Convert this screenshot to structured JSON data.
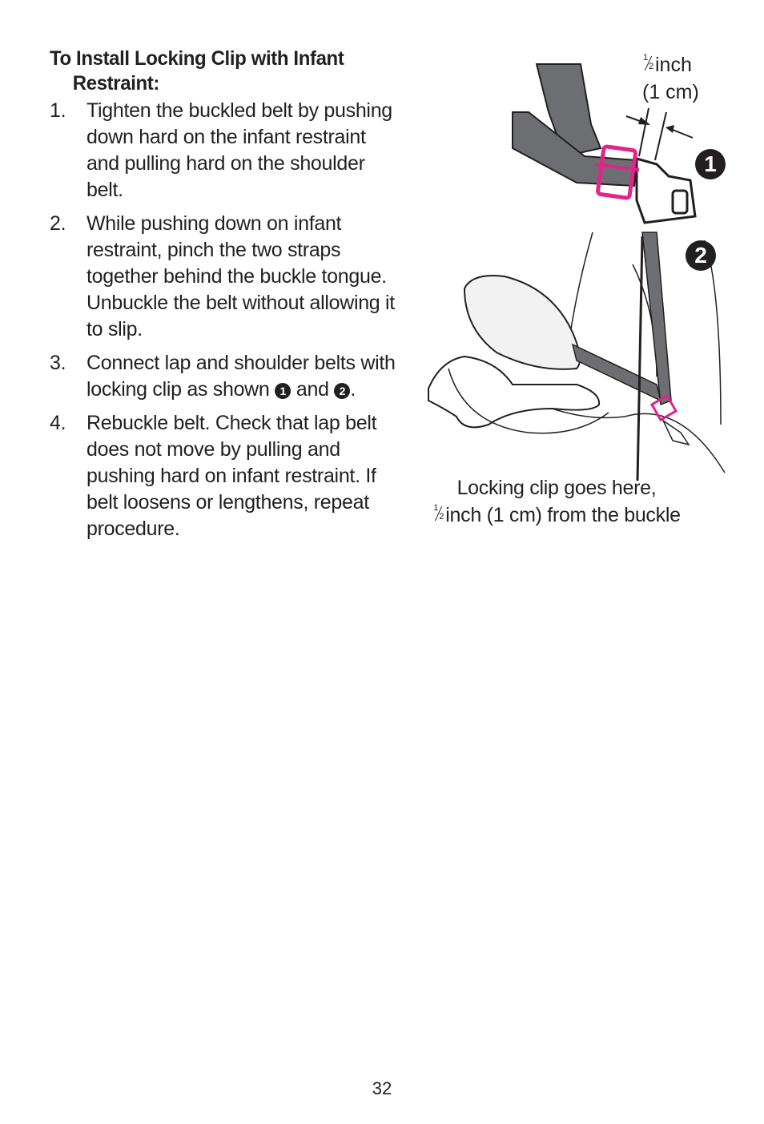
{
  "heading": "To Install Locking Clip with Infant Restraint:",
  "steps": [
    {
      "num": "1.",
      "text": "Tighten the buckled belt by pushing down hard on the infant restraint and pulling hard on the shoulder belt."
    },
    {
      "num": "2.",
      "text": "While pushing down on infant restraint, pinch the two straps together behind the buckle tongue. Unbuckle the belt without allowing it to slip."
    },
    {
      "num": "3.",
      "text_before": "Connect lap and shoulder belts with locking clip as shown",
      "mark1": "1",
      "text_mid": "and",
      "mark2": "2",
      "text_after": "."
    },
    {
      "num": "4.",
      "text": "Rebuckle belt. Check that lap belt does not move by pulling and pushing hard on infant restraint. If belt loosens or lengthens, repeat procedure."
    }
  ],
  "figure": {
    "measure_frac_num": "1",
    "measure_frac_den": "2",
    "measure_line1": "inch",
    "measure_line2": "(1 cm)",
    "badge1": "1",
    "badge2": "2",
    "caption_line1": "Locking clip goes here,",
    "caption_frac_num": "1",
    "caption_frac_den": "2",
    "caption_line2": "inch (1 cm) from the buckle"
  },
  "colors": {
    "clip": "#e2238c",
    "belt": "#6d6e71",
    "ink": "#231f20"
  },
  "page_number": "32"
}
